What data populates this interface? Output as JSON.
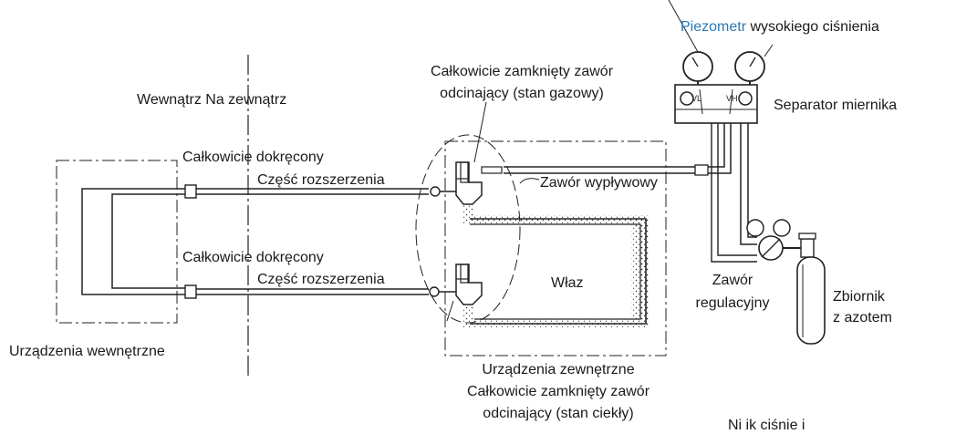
{
  "labels": {
    "piezometer_word": "Piezometr",
    "piezometer_rest": " wysokiego ciśnienia",
    "gauge_separator": "Separator miernika",
    "gas_valve_line1": "Całkowicie zamknięty zawór",
    "gas_valve_line2": "odcinający (stan gazowy)",
    "inside_outside": "Wewnątrz Na zewnątrz",
    "fully_tightened_top": "Całkowicie dokręcony",
    "flare_part_top": "Część rozszerzenia",
    "outflow_valve": "Zawór wypływowy",
    "fully_tightened_bottom": "Całkowicie dokręcony",
    "flare_part_bottom": "Część rozszerzenia",
    "hatch": "Właz",
    "regulating_valve_line1": "Zawór",
    "regulating_valve_line2": "regulacyjny",
    "nitrogen_tank_line1": "Zbiornik",
    "nitrogen_tank_line2": "z azotem",
    "indoor_unit": "Urządzenia wewnętrzne",
    "outdoor_unit": "Urządzenia zewnętrzne",
    "liquid_valve_line1": "Całkowicie zamknięty zawór",
    "liquid_valve_line2": "odcinający (stan ciekły)",
    "gauge_vl": "VL",
    "gauge_vh": "VH",
    "cut_text": "Ni    ik ciśnie i"
  }
}
